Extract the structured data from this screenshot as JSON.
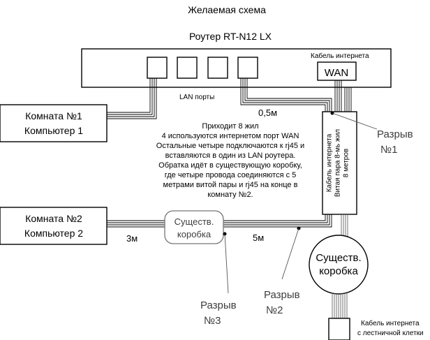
{
  "title": "Желаемая схема",
  "router": {
    "name": "Роутер RT-N12 LX",
    "wan_caption": "Кабель интернета",
    "wan_label": "WAN",
    "lan_caption": "LAN порты"
  },
  "room1": {
    "line1": "Комната №1",
    "line2": "Компьютер 1"
  },
  "room2": {
    "line1": "Комната №2",
    "line2": "Компьютер 2"
  },
  "cable_vertical": {
    "line1": "Кабель интернета",
    "line2": "Витая пара 8-мь жил",
    "line3": "8 метров"
  },
  "lengths": {
    "len_05": "0,5м",
    "len_3": "3м",
    "len_5": "5м"
  },
  "box_small": {
    "line1": "Существ.",
    "line2": "коробка"
  },
  "box_large": {
    "line1": "Существ.",
    "line2": "коробка"
  },
  "breaks": {
    "b1": {
      "line1": "Разрыв",
      "line2": "№1"
    },
    "b2": {
      "line1": "Разрыв",
      "line2": "№2"
    },
    "b3": {
      "line1": "Разрыв",
      "line2": "№3"
    }
  },
  "stair_cable": {
    "line1": "Кабель интернета",
    "line2": "с лестничной клетки"
  },
  "note": [
    "Приходит 8 жил",
    "4 используются интернетом порт WAN",
    "Остальные четыре подключаются к rj45 и",
    "вставляются в один из LAN роутера.",
    "Обратка идёт в существующую коробку,",
    "где четыре провода соединяются с 5",
    "метрами витой пары и rj45 на конце в",
    "комнату №2."
  ]
}
